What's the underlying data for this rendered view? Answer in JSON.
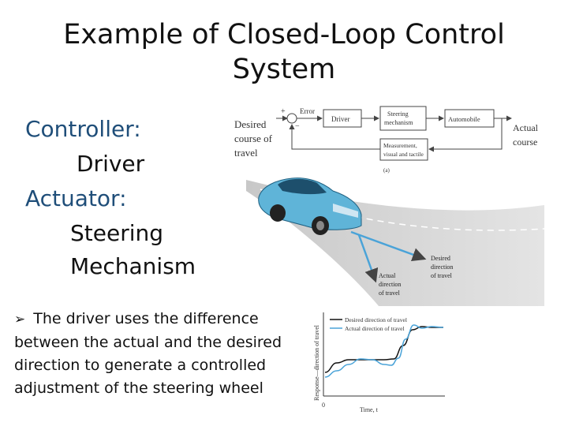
{
  "slide": {
    "title_line1": "Example of Closed-Loop Control",
    "title_line2": "System",
    "controller_label": "Controller:",
    "controller_value": "Driver",
    "actuator_label": "Actuator:",
    "actuator_value_line1": "Steering",
    "actuator_value_line2": "Mechanism",
    "bullet_text": "The driver uses the difference between the actual and the desired direction to generate a controlled adjustment of the steering wheel"
  },
  "block_diagram": {
    "input_label_line1": "Desired",
    "input_label_line2": "course of",
    "input_label_line3": "travel",
    "plus_sign": "+",
    "minus_sign": "−",
    "error_label": "Error",
    "block_driver": "Driver",
    "block_steering_line1": "Steering",
    "block_steering_line2": "mechanism",
    "block_automobile": "Automobile",
    "block_measurement_line1": "Measurement,",
    "block_measurement_line2": "visual and tactile",
    "output_label_line1": "Actual",
    "output_label_line2": "course",
    "figure_tag": "(a)"
  },
  "road_illustration": {
    "desired_label_line1": "Desired",
    "desired_label_line2": "direction",
    "desired_label_line3": "of travel",
    "actual_label_line1": "Actual",
    "actual_label_line2": "direction",
    "actual_label_line3": "of travel",
    "road_color": "#d4d4d4",
    "car_color": "#5fb4d8",
    "arrow_color": "#4aa3d8"
  },
  "chart_data": {
    "type": "line",
    "title": "",
    "xlabel": "Time, t",
    "ylabel": "Response—direction of travel",
    "x_tick_labels": [
      "0"
    ],
    "legend_position": "top-right",
    "series": [
      {
        "name": "Desired direction of travel",
        "color": "#111111",
        "x": [
          0,
          0.1,
          0.2,
          0.3,
          0.4,
          0.5,
          0.58,
          0.66,
          0.74,
          0.82,
          0.9,
          1.0
        ],
        "y": [
          0.28,
          0.4,
          0.44,
          0.44,
          0.44,
          0.44,
          0.45,
          0.62,
          0.82,
          0.86,
          0.85,
          0.85
        ]
      },
      {
        "name": "Actual direction of travel",
        "color": "#4aa3d8",
        "x": [
          0,
          0.1,
          0.2,
          0.3,
          0.4,
          0.5,
          0.56,
          0.62,
          0.68,
          0.75,
          0.82,
          0.9,
          1.0
        ],
        "y": [
          0.22,
          0.3,
          0.38,
          0.45,
          0.44,
          0.38,
          0.37,
          0.46,
          0.7,
          0.88,
          0.84,
          0.86,
          0.85
        ]
      }
    ]
  }
}
